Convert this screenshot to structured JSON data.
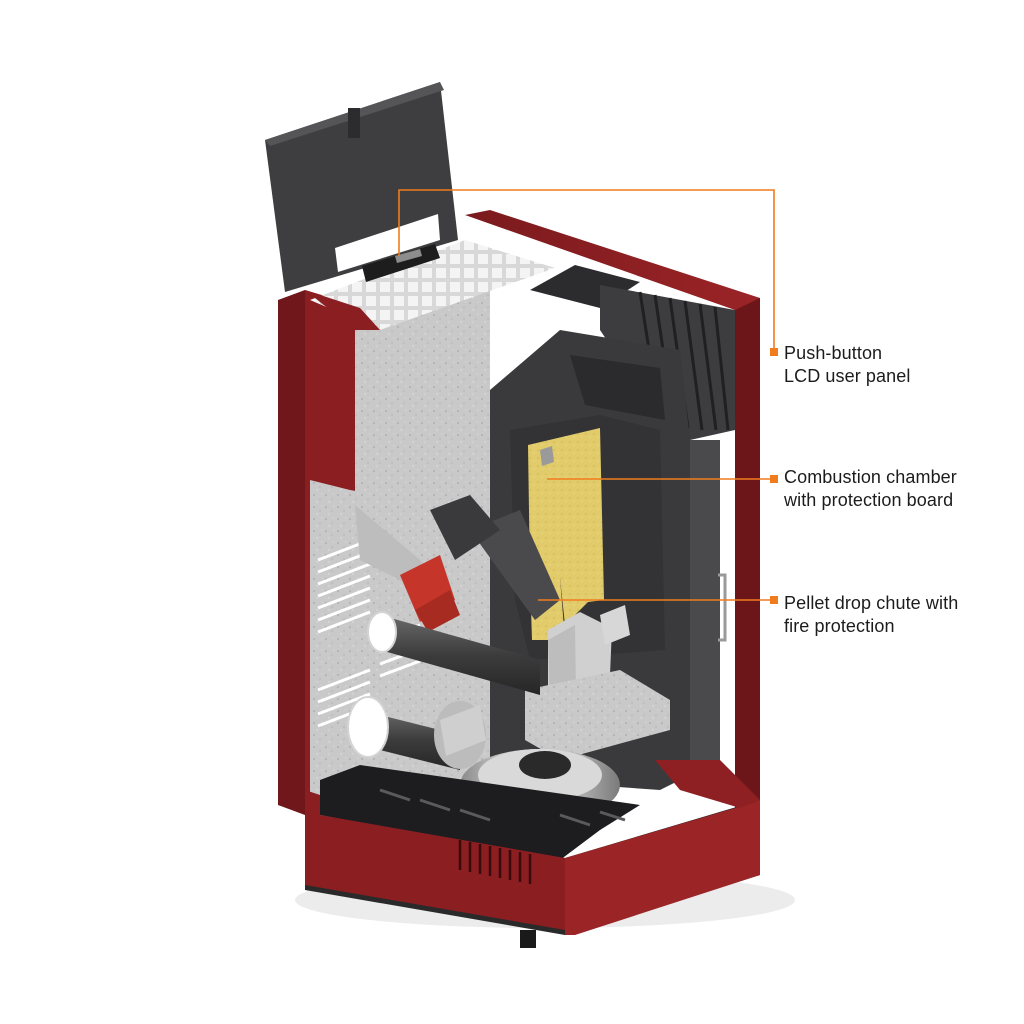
{
  "colors": {
    "callout_line": "#f07c1e",
    "cabinet": "#8e1f22",
    "insulation": "#c4c4c4",
    "steel": "#3b3b3d",
    "protection_board": "#e3cf6e"
  },
  "callouts": [
    {
      "line1": "Push-button",
      "line2": "LCD user panel"
    },
    {
      "line1": "Combustion chamber",
      "line2": "with protection board"
    },
    {
      "line1": "Pellet drop chute with",
      "line2": "fire protection"
    }
  ]
}
